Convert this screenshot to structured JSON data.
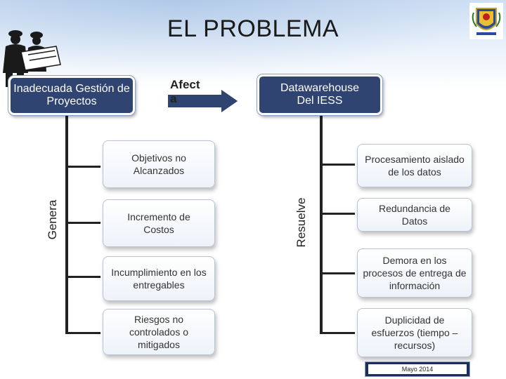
{
  "slide": {
    "title": "EL PROBLEMA",
    "footer_date": "Mayo 2014"
  },
  "left": {
    "source_box": "Inadecuada Gestión de Proyectos",
    "relation_label": "Genera",
    "items": [
      "Objetivos no Alcanzados",
      "Incremento de Costos",
      "Incumplimiento en los entregables",
      "Riesgos  no controlados o mitigados"
    ]
  },
  "connector": {
    "label": "Afect a"
  },
  "right": {
    "target_box": "Datawarehouse Del IESS",
    "relation_label": "Resuelve",
    "items": [
      "Procesamiento aislado de los datos",
      "Redundancia de Datos",
      "Demora en los procesos de entrega de información",
      "Duplicidad de esfuerzos (tiempo – recursos)"
    ]
  },
  "colors": {
    "dark_box": "#2f4470",
    "arrow_fill": "#2f4470",
    "footer_band": "#1c2f5a"
  }
}
